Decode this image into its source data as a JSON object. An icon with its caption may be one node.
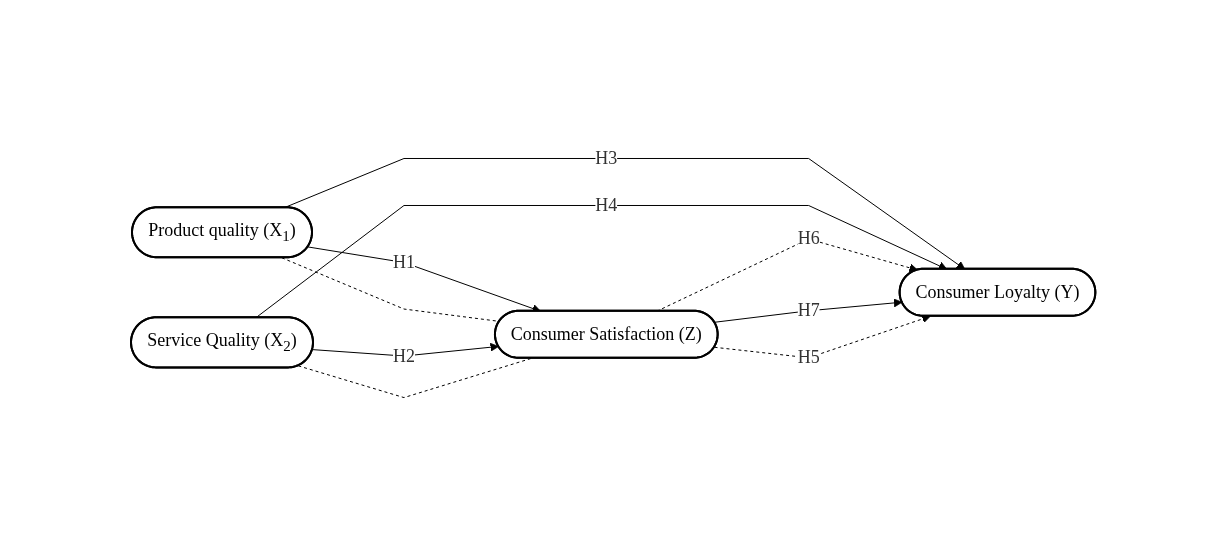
{
  "diagram": {
    "nodes": [
      {
        "text": [
          "Product quality (X$_{1}$)"
        ]
      },
      {
        "text": [
          "Service Quality (X$_{2}$)"
        ]
      },
      {
        "text": [
          "Consumer Satisfaction (Z)"
        ]
      },
      {
        "text": [
          "Consumer Loyalty (Y)"
        ]
      }
    ],
    "edges": [
      {
        "from": 0,
        "to": 2,
        "arrow": "to",
        "label": "H1"
      },
      {
        "from": 0,
        "to": 2,
        "arrow": "none",
        "style": "dashed"
      },
      {
        "from": 0,
        "to": 3,
        "arrow": "to",
        "label": "H3"
      },
      {
        "from": 1,
        "to": 2,
        "arrow": "to",
        "label": "H2"
      },
      {
        "from": 1,
        "to": 2,
        "arrow": "none",
        "style": "dashed"
      },
      {
        "from": 1,
        "to": 3,
        "arrow": "to",
        "label": "H4"
      },
      {
        "from": 2,
        "to": 3,
        "arrow": "to",
        "style": "dashed",
        "label": "H6"
      },
      {
        "from": 2,
        "to": 3,
        "arrow": "to",
        "label": "H7"
      },
      {
        "from": 2,
        "to": 3,
        "arrow": "to",
        "style": "dashed",
        "label": "H5"
      }
    ]
  }
}
